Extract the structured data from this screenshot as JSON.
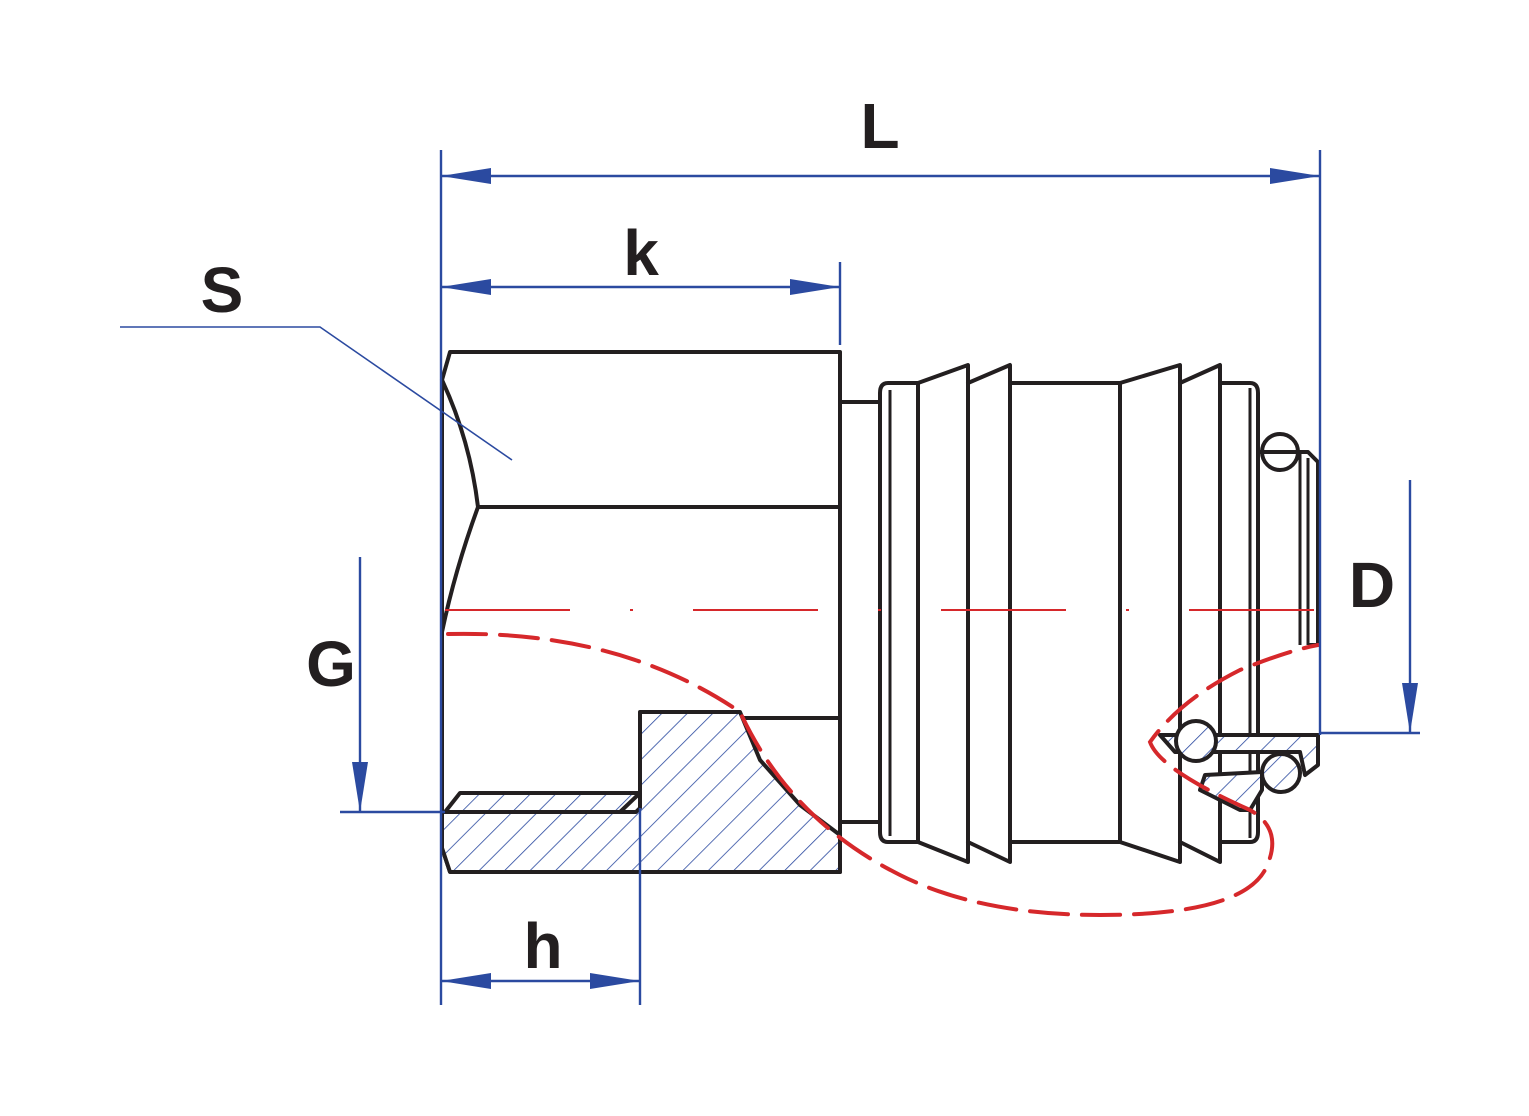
{
  "labels": {
    "L": "L",
    "k": "k",
    "S": "S",
    "G": "G",
    "D": "D",
    "h": "h"
  },
  "colors": {
    "outline": "#231f20",
    "dimension": "#2b4aa0",
    "centerline": "#d6282b"
  }
}
